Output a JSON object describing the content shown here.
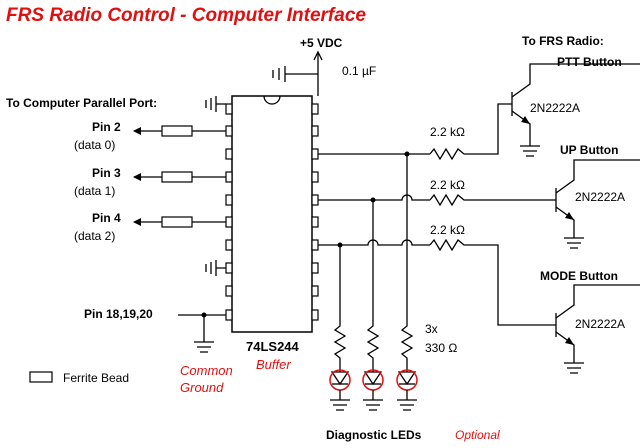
{
  "title": "FRS Radio Control - Computer Interface",
  "supply": "+5 VDC",
  "cap": "0.1 µF",
  "to_pc": "To Computer Parallel Port:",
  "to_radio": "To FRS Radio:",
  "pins": [
    {
      "pin": "Pin 2",
      "data": "(data 0)"
    },
    {
      "pin": "Pin 3",
      "data": "(data 1)"
    },
    {
      "pin": "Pin 4",
      "data": "(data 2)"
    }
  ],
  "ground_pins": "Pin 18,19,20",
  "chip": {
    "part": "74LS244",
    "role": "Buffer"
  },
  "common_ground": [
    "Common",
    "Ground"
  ],
  "ferrite": "Ferrite Bead",
  "resistors": [
    "2.2 kΩ",
    "2.2 kΩ",
    "2.2 kΩ"
  ],
  "transistors": [
    "2N2222A",
    "2N2222A",
    "2N2222A"
  ],
  "buttons": [
    "PTT Button",
    "UP Button",
    "MODE Button"
  ],
  "led_resistors": [
    "3x",
    "330 Ω"
  ],
  "diagnostic": "Diagnostic LEDs",
  "optional": "Optional",
  "colors": {
    "accent": "#e01010",
    "wire": "#000000"
  }
}
